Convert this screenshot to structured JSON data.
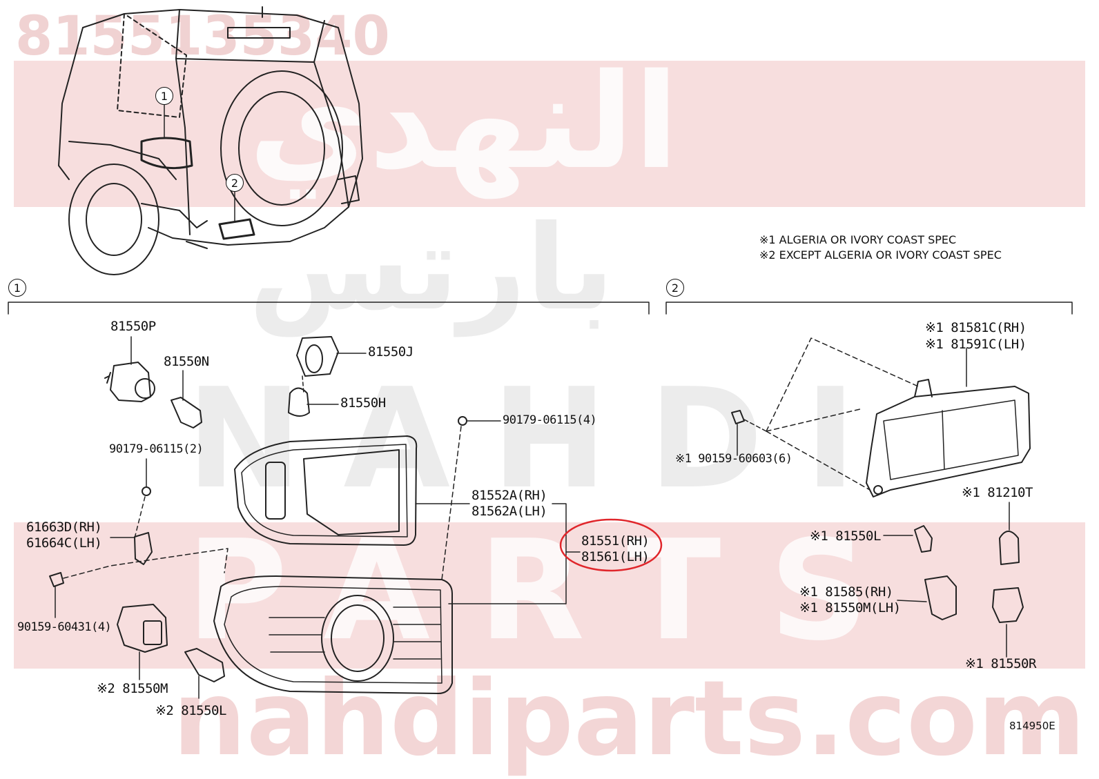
{
  "watermark": {
    "top_code": "8155135340",
    "arabic_brand": "النهدي",
    "arabic_parts": "بارتس",
    "latin_brand": "NAHDI",
    "latin_parts": "PARTS",
    "site": "nahdiparts.com"
  },
  "notes": {
    "note1": "※1 ALGERIA OR IVORY COAST SPEC",
    "note2": "※2 EXCEPT ALGERIA OR IVORY COAST SPEC"
  },
  "sections": {
    "s1": "1",
    "s2": "2"
  },
  "callouts": {
    "c1": "1",
    "c2": "2"
  },
  "parts_left": {
    "p81550P": "81550P",
    "p81550N": "81550N",
    "p81550J": "81550J",
    "p81550H": "81550H",
    "p90179_2": "90179-06115(2)",
    "p90179_4": "90179-06115(4)",
    "p61663D": "61663D(RH)",
    "p61664C": "61664C(LH)",
    "p90159_4": "90159-60431(4)",
    "p81550M": "※2 81550M",
    "p81550L2": "※2 81550L",
    "p81552A": "81552A(RH)",
    "p81562A": "81562A(LH)",
    "p81551": "81551(RH)",
    "p81561": "81561(LH)"
  },
  "parts_right": {
    "p81581C": "※1 81581C(RH)",
    "p81591C": "※1 81591C(LH)",
    "p90159_6": "※1 90159-60603(6)",
    "p81210T": "※1 81210T",
    "p81550L1": "※1 81550L",
    "p81585": "※1 81585(RH)",
    "p81550M1": "※1 81550M(LH)",
    "p81550R": "※1 81550R"
  },
  "figure_code": "814950E",
  "highlight_color": "#e0262b"
}
